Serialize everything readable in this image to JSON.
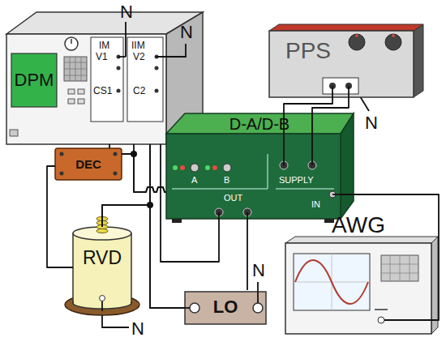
{
  "diagram": {
    "nodes": [
      {
        "text": [
          "DPM"
        ]
      },
      {
        "text": [
          "PPS"
        ]
      },
      {
        "text": [
          "D-A/D-B"
        ]
      },
      {
        "text": [
          "DEC"
        ]
      },
      {
        "text": [
          "AWG"
        ]
      },
      {
        "text": [
          "RVD"
        ]
      },
      {
        "text": [
          "LO"
        ]
      }
    ],
    "edges": [
      {
        "from": 1,
        "to": 2,
        "arrow": "none"
      },
      {
        "from": 1,
        "to": 2,
        "arrow": "none"
      },
      {
        "from": 0,
        "to": 3,
        "arrow": "none"
      },
      {
        "from": 3,
        "to": 5,
        "arrow": "none"
      },
      {
        "from": 3,
        "to": 2,
        "arrow": "none"
      },
      {
        "from": 0,
        "to": 2,
        "arrow": "none"
      },
      {
        "from": 0,
        "to": 5,
        "arrow": "none"
      },
      {
        "from": 0,
        "to": 6,
        "arrow": "none"
      },
      {
        "from": 5,
        "to": 6,
        "arrow": "none"
      },
      {
        "from": 0,
        "to": 2,
        "arrow": "none"
      },
      {
        "from": 2,
        "to": 6,
        "arrow": "none"
      },
      {
        "from": 4,
        "to": 2,
        "arrow": "none"
      }
    ],
    "labels": [
      "IM",
      "V1",
      "CS1",
      "IIM",
      "V2",
      "C2",
      "A",
      "B",
      "SUPPLY",
      "OUT",
      "IN",
      "N",
      "N",
      "N",
      "N",
      "N"
    ]
  }
}
